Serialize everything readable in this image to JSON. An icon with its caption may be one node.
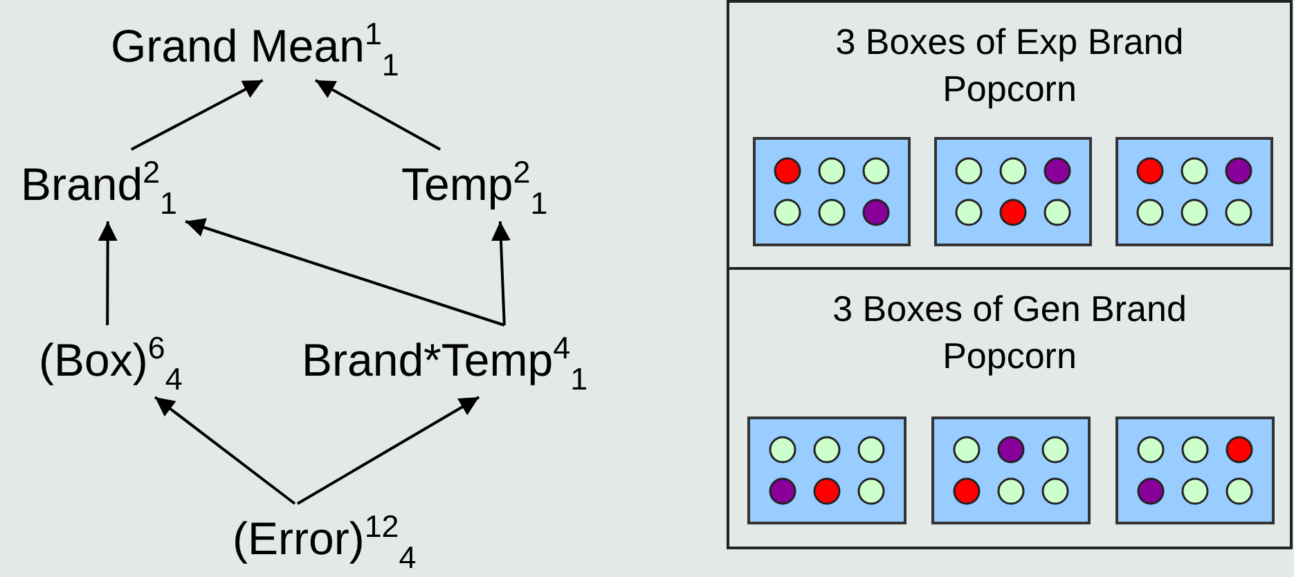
{
  "diagram": {
    "nodes": [
      {
        "text": [
          "Grand Mean$^{1}$$_{1}$"
        ]
      },
      {
        "text": [
          "Brand$^{2}$$_{1}$"
        ]
      },
      {
        "text": [
          "Temp$^{2}$$_{1}$"
        ]
      },
      {
        "text": [
          "(Box)$^{6}$$_{4}$"
        ]
      },
      {
        "text": [
          "Brand*Temp$^{4}$$_{1}$"
        ]
      },
      {
        "text": [
          "(Error)$^{12}$$_{4}$"
        ]
      },
      {
        "text": [
          "3 Boxes of Exp Brand Popcorn"
        ]
      },
      {
        "text": [],
        "shape": "box",
        "in": 6
      },
      {
        "text": [],
        "shape": "box",
        "in": 6
      },
      {
        "text": [],
        "shape": "box",
        "in": 6
      },
      {
        "text": [
          "3 Boxes of Gen Brand Popcorn"
        ]
      },
      {
        "text": [],
        "shape": "box",
        "in": 10
      },
      {
        "text": [],
        "shape": "box",
        "in": 10
      },
      {
        "text": [],
        "shape": "box",
        "in": 10
      }
    ],
    "edges": [
      {
        "from": 1,
        "to": 0,
        "arrow": "to"
      },
      {
        "from": 2,
        "to": 0,
        "arrow": "to"
      },
      {
        "from": 3,
        "to": 1,
        "arrow": "to"
      },
      {
        "from": 4,
        "to": 1,
        "arrow": "to"
      },
      {
        "from": 4,
        "to": 2,
        "arrow": "to"
      },
      {
        "from": 5,
        "to": 3,
        "arrow": "to"
      },
      {
        "from": 5,
        "to": 4,
        "arrow": "to"
      }
    ]
  }
}
